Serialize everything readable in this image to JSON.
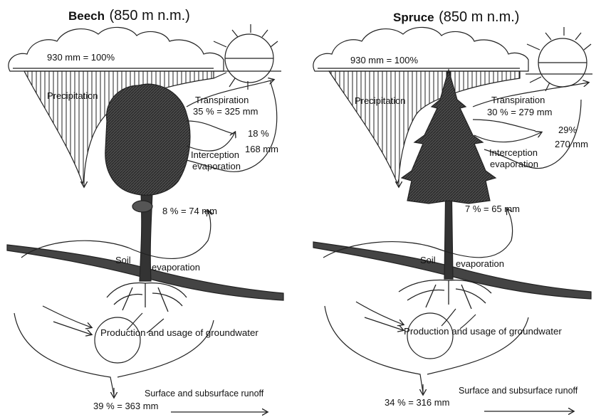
{
  "panels": {
    "beech": {
      "species": "Beech",
      "altitude": "(850 m n.m.)",
      "total": "930 mm = 100%",
      "precipitation": "Precipitation",
      "transpiration_label": "Transpiration",
      "transpiration_value": "35 % = 325 mm",
      "interception_pct": "18 %",
      "interception_mm": "168 mm",
      "interception_label_1": "Interception",
      "interception_label_2": "evaporation",
      "soil_evap_value": "8 % = 74 mm",
      "soil_label": "Soil",
      "evaporation_label": "evaporation",
      "groundwater": "Production and usage of groundwater",
      "runoff_label": "Surface and subsurface runoff",
      "runoff_value": "39 % = 363 mm"
    },
    "spruce": {
      "species": "Spruce",
      "altitude": "(850 m n.m.)",
      "total": "930 mm = 100%",
      "precipitation": "Precipitation",
      "transpiration_label": "Transpiration",
      "transpiration_value": "30 % = 279 mm",
      "interception_pct": "29%",
      "interception_mm": "270 mm",
      "interception_label_1": "Interception",
      "interception_label_2": "evaporation",
      "soil_evap_value": "7 % = 65 mm",
      "soil_label": "Soil",
      "evaporation_label": "evaporation",
      "groundwater": "Production and usage of groundwater",
      "runoff_label": "Surface and subsurface runoff",
      "runoff_value": "34 % = 316 mm"
    }
  }
}
